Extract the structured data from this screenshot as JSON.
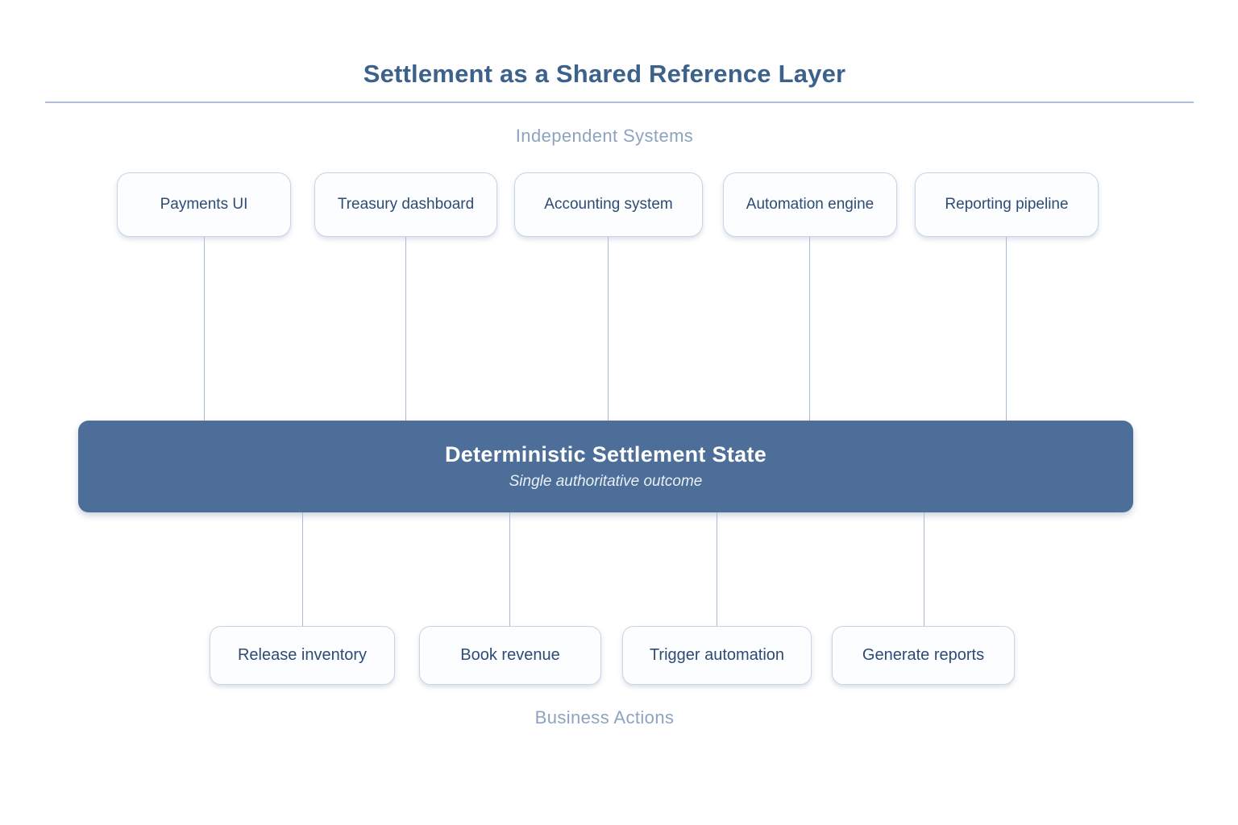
{
  "title": "Settlement as a Shared Reference Layer",
  "top_section": {
    "label": "Independent Systems"
  },
  "systems": [
    "Payments UI",
    "Treasury dashboard",
    "Accounting system",
    "Automation engine",
    "Reporting pipeline"
  ],
  "core": {
    "title": "Deterministic Settlement State",
    "subtitle": "Single authoritative outcome"
  },
  "actions": [
    "Release inventory",
    "Book revenue",
    "Trigger automation",
    "Generate reports"
  ],
  "bottom_section": {
    "label": "Business Actions"
  },
  "colors": {
    "core_bg": "#4d6e98",
    "box_border": "#c9d5e3",
    "box_text": "#2e4b74",
    "title_text": "#3c628c",
    "section_label": "#8da3be",
    "connector": "#a9bbd0",
    "divider": "#aec1d6"
  }
}
